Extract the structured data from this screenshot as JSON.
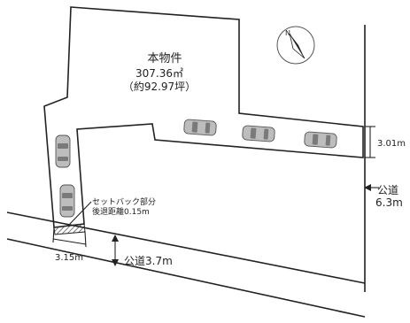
{
  "property": {
    "title": "本物件",
    "area_sqm": "307.36㎡",
    "area_tsubo": "（約92.97坪）"
  },
  "dimensions": {
    "right_frontage": "3.01m",
    "bottom_frontage": "3.15m"
  },
  "roads": {
    "east_road_name": "公道",
    "east_road_width": "6.3m",
    "south_road": "公道3.7m"
  },
  "setback_note": {
    "line1": "セットバック部分",
    "line2": "後退距離0.15m"
  },
  "compass": {
    "label": "N"
  },
  "cars_count": 5,
  "colors": {
    "ink": "#222222",
    "car": "#bdbdbd",
    "hatch": "#444444"
  }
}
